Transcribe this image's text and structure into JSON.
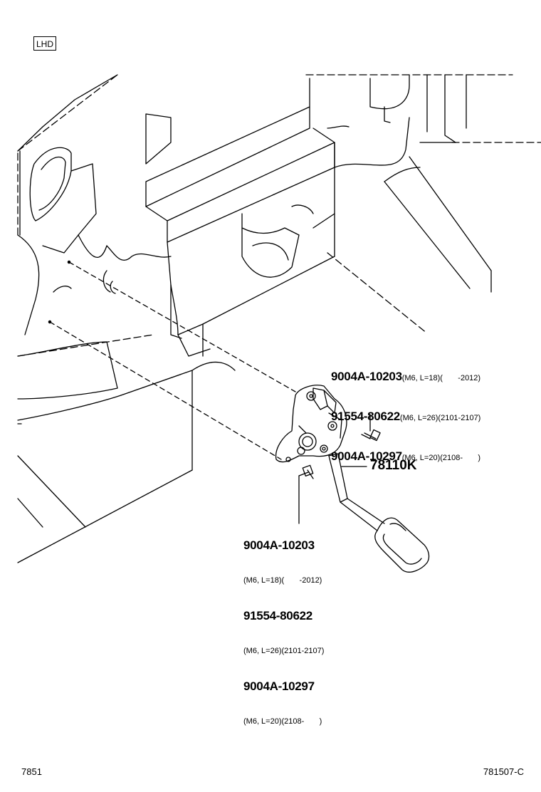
{
  "badge": "LHD",
  "callout_right": [
    {
      "part": "9004A-10203",
      "spec": "(M6, L=18)(       -2012)"
    },
    {
      "part": "91554-80622",
      "spec": "(M6, L=26)(2101-2107)"
    },
    {
      "part": "9004A-10297",
      "spec": "(M6, L=20)(2108-       )"
    }
  ],
  "callout_bottom": [
    {
      "part": "9004A-10203",
      "spec": "(M6, L=18)(       -2012)"
    },
    {
      "part": "91554-80622",
      "spec": "(M6, L=26)(2101-2107)"
    },
    {
      "part": "9004A-10297",
      "spec": "(M6, L=20)(2108-       )"
    }
  ],
  "main_part": "78110K",
  "footer_left": "7851",
  "footer_right": "781507-C"
}
